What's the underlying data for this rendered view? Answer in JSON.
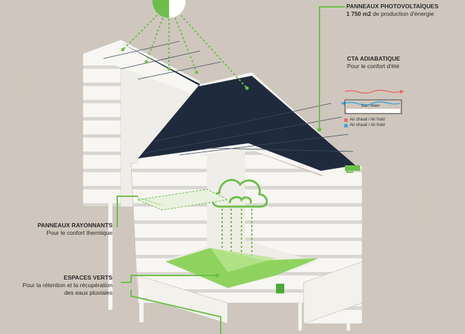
{
  "labels": {
    "photovoltaic": {
      "title": "PANNEAUX PHOTOVOLTAÏQUES",
      "subtitle_bold": "1 750 m2",
      "subtitle_rest": " de production d'énergie"
    },
    "cta": {
      "title": "CTA ADIABATIQUE",
      "subtitle": "Pour le confort d'été",
      "legend_line_1": "Air chaud / Air froid",
      "legend_line_2": "Air chaud / Air froid",
      "device_label": "Eau / Water"
    },
    "radiant": {
      "title": "PANNEAUX RAYONNANTS",
      "subtitle": "Pour le confort thermique"
    },
    "green": {
      "title": "ESPACES VERTS",
      "subtitle_1": "Pour la rétention et la récupération",
      "subtitle_2": "des eaux pluviales"
    }
  },
  "colors": {
    "background": "#cfc7bd",
    "accent_green": "#6cc04a",
    "panel_navy": "#1f2b3c",
    "building_white": "#f7f6f2",
    "building_shadow": "#dcdad4",
    "hot_air": "#e46a6a",
    "cold_air": "#3aa6e0"
  },
  "icons": [
    "sun-icon",
    "cloud-rain-icon",
    "adiabatic-unit-icon"
  ]
}
